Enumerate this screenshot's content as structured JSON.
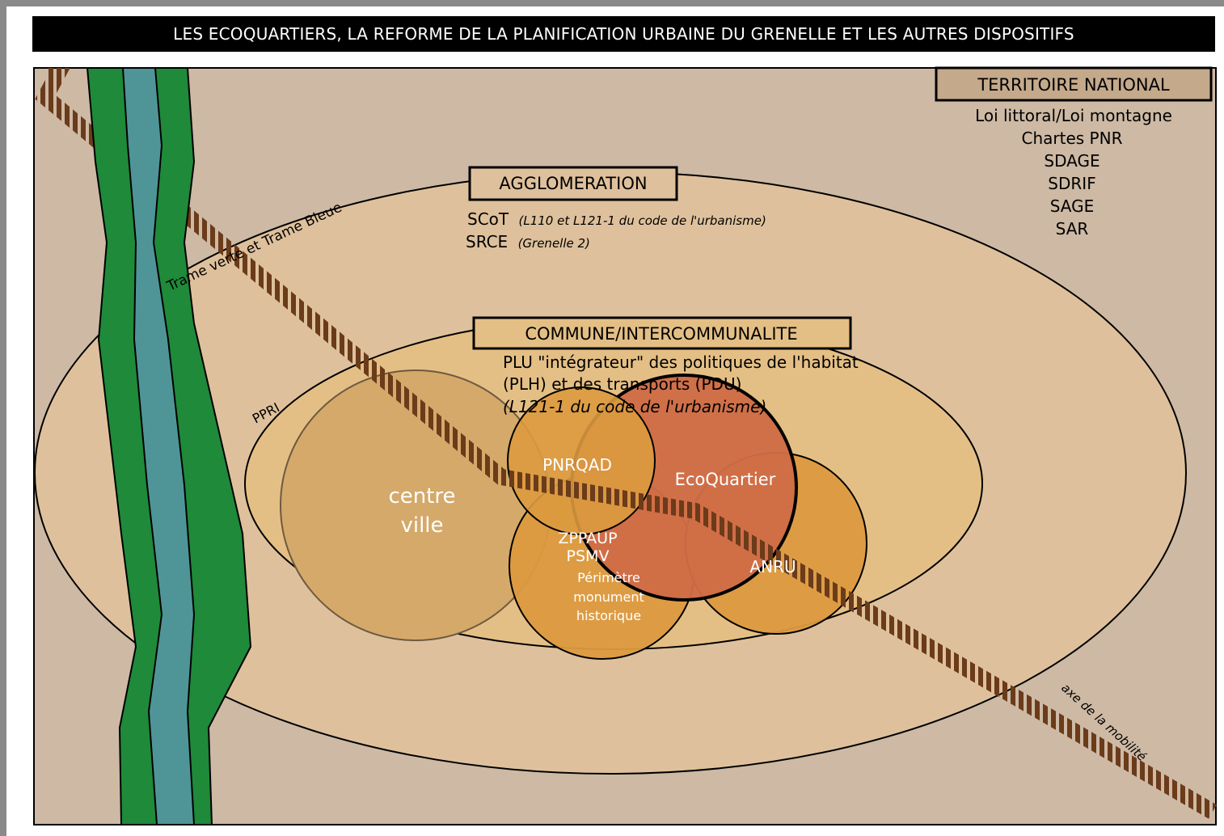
{
  "title": "LES ECOQUARTIERS, LA REFORME DE LA PLANIFICATION URBAINE DU GRENELLE ET LES AUTRES DISPOSITIFS",
  "colors": {
    "background": "#cdb9a4",
    "agglomeration_fill": "#dec19c",
    "commune_fill": "#e4bf85",
    "centre_ville_fill": "#d4a96a",
    "zone_fill": "#dc9a3f",
    "ecoquartier_fill": "#cf6c47",
    "river_green": "#1e8a3a",
    "river_blue": "#4f9598",
    "rail_brown": "#6b3b1a"
  },
  "territoire": {
    "label": "TERRITOIRE NATIONAL",
    "items": [
      "Loi littoral/Loi montagne",
      "Chartes PNR",
      "SDAGE",
      "SDRIF",
      "SAGE",
      "SAR"
    ]
  },
  "agglomeration": {
    "label": "AGGLOMERATION",
    "scot_main": "SCoT",
    "scot_ref": "(L110 et L121-1 du code de l'urbanisme)",
    "srce_main": "SRCE",
    "srce_ref": "(Grenelle 2)"
  },
  "commune": {
    "label": "COMMUNE/INTERCOMMUNALITE",
    "line1": "PLU \"intégrateur\" des politiques de l'habitat",
    "line2": "(PLH) et des transports (PDU)",
    "line3": "(L121-1 du code de l'urbanisme)"
  },
  "zones": {
    "centre_line1": "centre",
    "centre_line2": "ville",
    "pnrqad": "PNRQAD",
    "ecoquartier": "EcoQuartier",
    "anru": "ANRU",
    "zppaup": "ZPPAUP",
    "psmv": "PSMV",
    "perimetre1": "Périmètre",
    "perimetre2": "monument",
    "perimetre3": "historique"
  },
  "annotations": {
    "trame": "Trame verte et Trame Bleue",
    "ppri": "PPRI",
    "mobilite": "axe de la mobilité"
  }
}
